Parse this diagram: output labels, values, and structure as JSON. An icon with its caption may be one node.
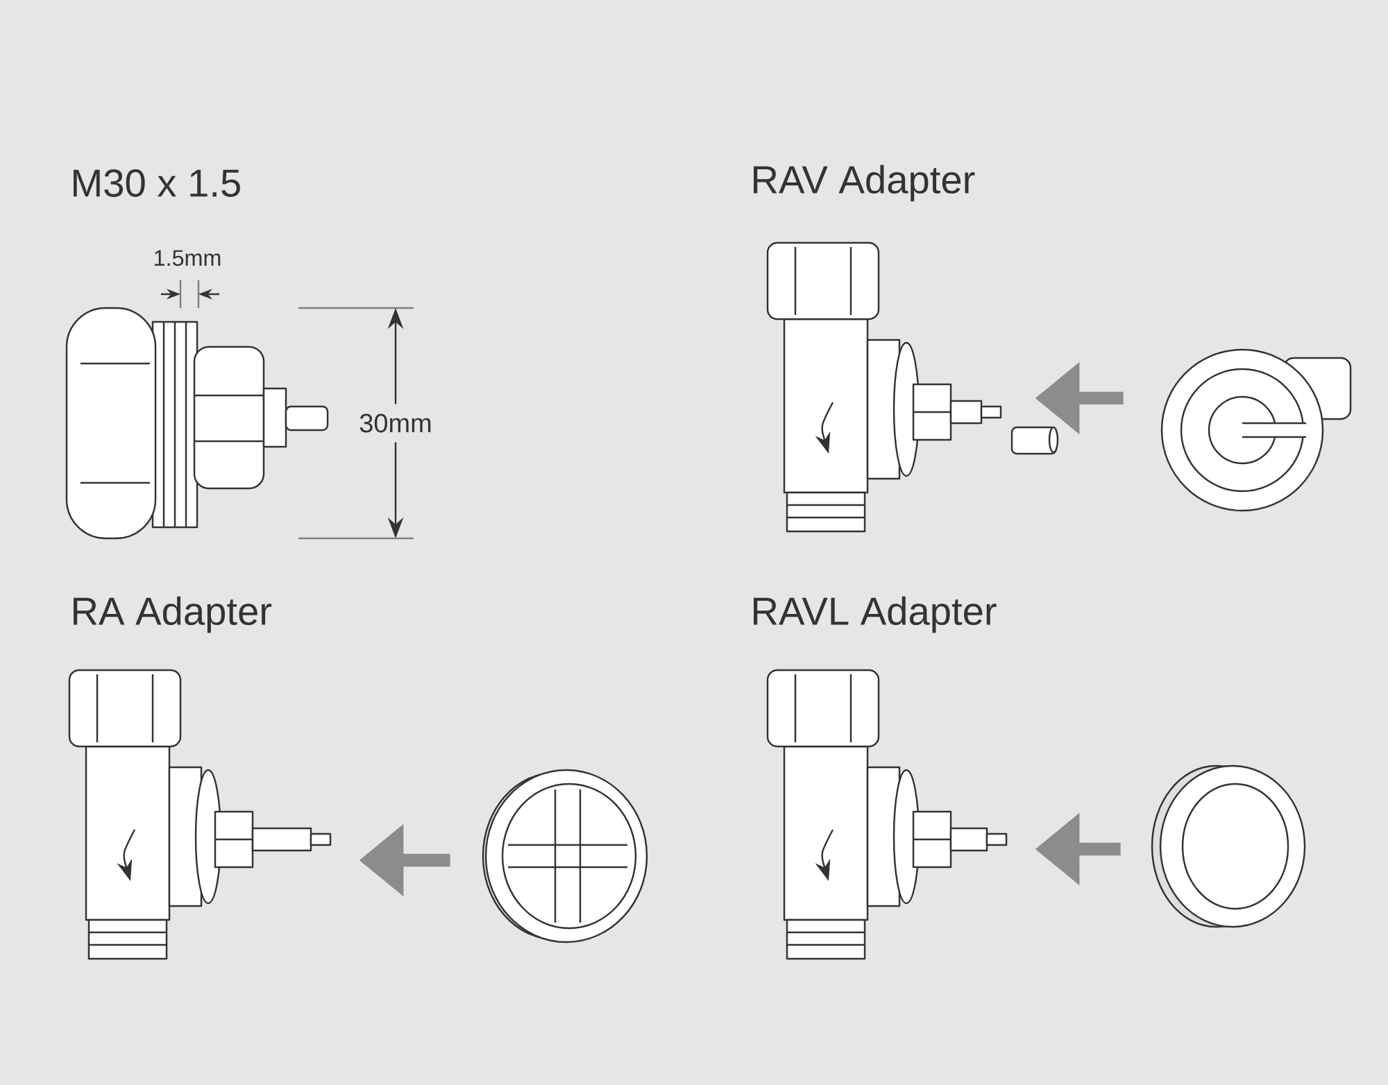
{
  "diagram": {
    "nodes": [
      {
        "text": [],
        "shape": "picture"
      },
      {
        "text": [],
        "shape": "picture"
      },
      {
        "text": [],
        "shape": "picture"
      },
      {
        "text": [],
        "shape": "picture"
      },
      {
        "text": [],
        "shape": "picture"
      },
      {
        "text": [],
        "shape": "picture"
      }
    ],
    "edges": [
      {
        "from": 1,
        "to": 0,
        "arrow": "to"
      },
      {
        "from": 3,
        "to": 2,
        "arrow": "to"
      },
      {
        "from": 5,
        "to": 4,
        "arrow": "to"
      }
    ],
    "labels": [
      "M30 x 1.5",
      "RAV Adapter",
      "1.5mm",
      "30mm",
      "RA Adapter",
      "RAVL Adapter"
    ]
  }
}
